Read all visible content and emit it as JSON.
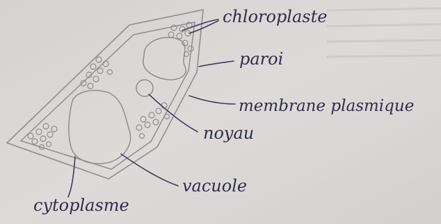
{
  "labels": {
    "chloroplaste": "chloroplaste",
    "paroi": "paroi",
    "membrane": "membrane plasmique",
    "noyau": "noyau",
    "vacuole": "vacuole",
    "cytoplasme": "cytoplasme"
  },
  "colors": {
    "paper": "#dcd8d7",
    "pencil": "#8f8d8f",
    "ink": "#2a2f4a",
    "faint_text": "#c9c5c4"
  }
}
